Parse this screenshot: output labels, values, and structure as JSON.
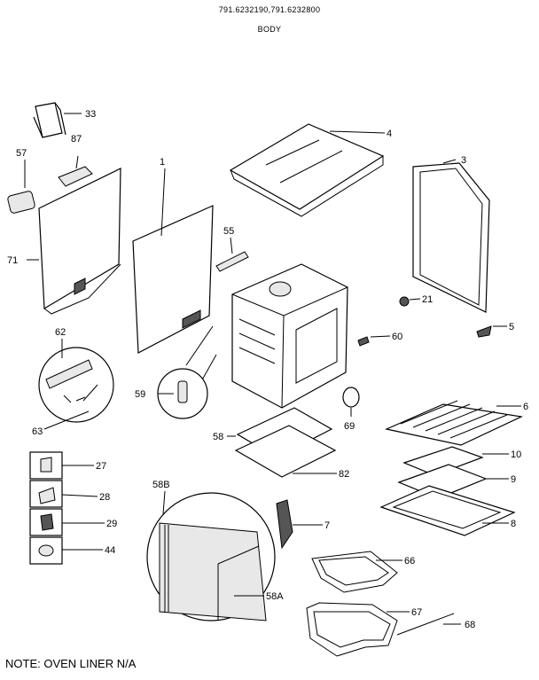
{
  "header": {
    "model_numbers": "791.6232190,791.6232800",
    "section": "BODY"
  },
  "note": "NOTE: OVEN LINER N/A",
  "callouts": {
    "p1": "1",
    "p3": "3",
    "p4": "4",
    "p5": "5",
    "p6": "6",
    "p7": "7",
    "p8": "8",
    "p9": "9",
    "p10": "10",
    "p21": "21",
    "p27": "27",
    "p28": "28",
    "p29": "29",
    "p33": "33",
    "p44": "44",
    "p55": "55",
    "p57": "57",
    "p58": "58",
    "p58a": "58A",
    "p58b": "58B",
    "p59": "59",
    "p60": "60",
    "p62": "62",
    "p63": "63",
    "p66": "66",
    "p67": "67",
    "p68": "68",
    "p69": "69",
    "p71": "71",
    "p82": "82",
    "p87": "87"
  }
}
